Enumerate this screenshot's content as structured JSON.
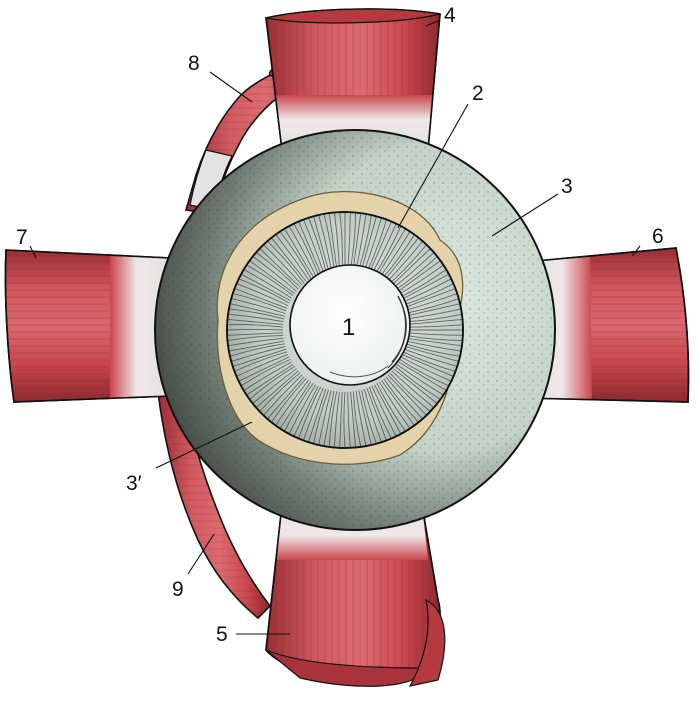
{
  "labels": {
    "l1": "1",
    "l2": "2",
    "l3": "3",
    "l3p": "3′",
    "l4": "4",
    "l5": "5",
    "l6": "6",
    "l7": "7",
    "l8": "8",
    "l9": "9"
  },
  "colors": {
    "muscle": "#c8464d",
    "muscle_dark": "#8e2a30",
    "tendon": "#e6e2e2",
    "sclera": "#cfdcd3",
    "sclera_dark": "#2f3431",
    "limbus": "#e3d1a9",
    "iris": "#c5cfc9",
    "pupil": "#f4f6f5",
    "line": "#111111"
  }
}
